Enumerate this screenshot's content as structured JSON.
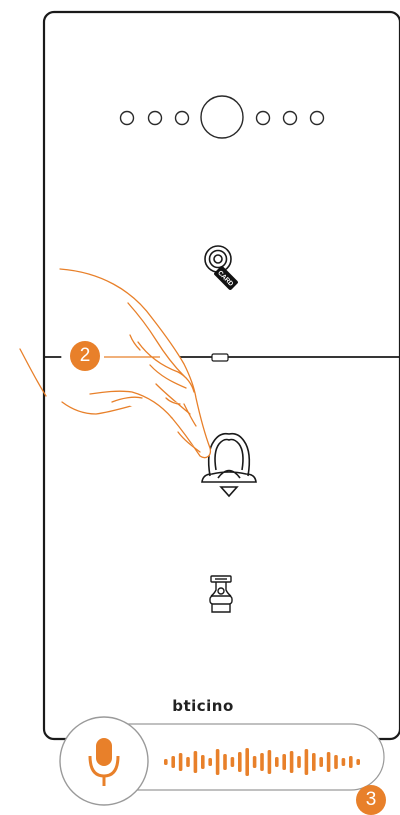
{
  "panel": {
    "brand": "bticino",
    "card_label": "CARD",
    "accent_color": "#e8802a",
    "icons": [
      "camera-icon",
      "led-dot-icon",
      "card-reader-icon",
      "bell-icon",
      "door-lock-icon",
      "microphone-icon",
      "sound-wave-icon"
    ]
  },
  "steps": [
    {
      "number": "2"
    },
    {
      "number": "3"
    }
  ]
}
